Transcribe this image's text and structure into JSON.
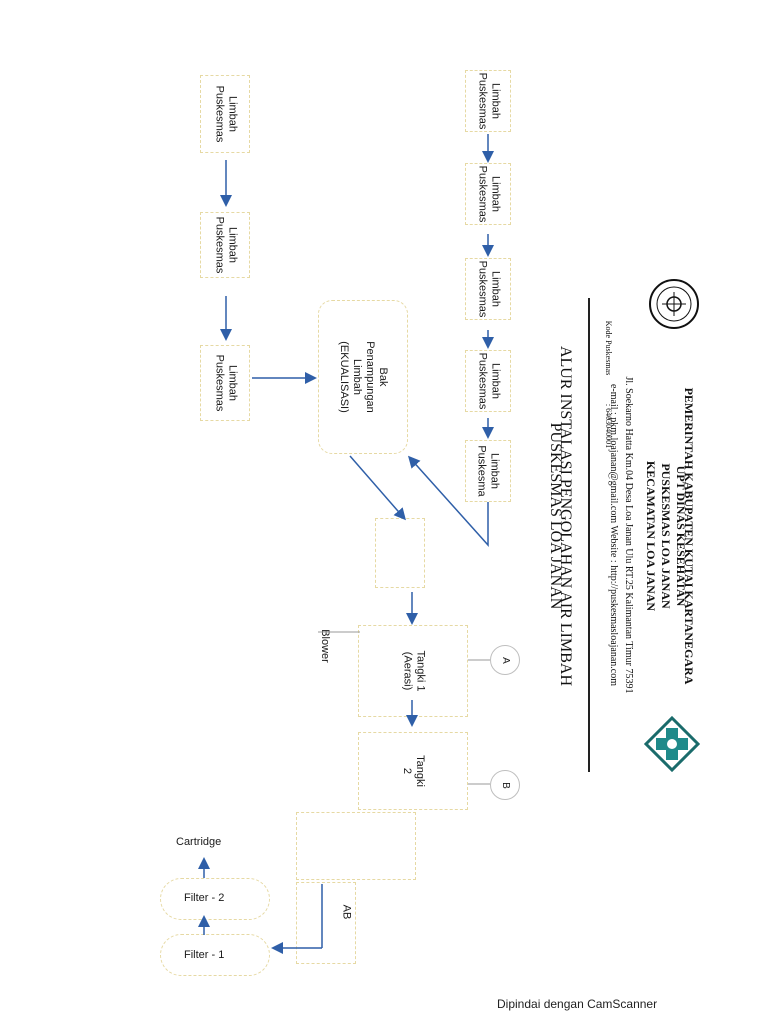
{
  "header": {
    "line1": "PEMERINTAH KABUPATEN KUTAI KARTANEGARA",
    "line2": "UPT DINAS KESEHATAN",
    "line3": "PUSKESMAS LOA JANAN",
    "line4": "KECAMATAN LOA JANAN",
    "address": "Jl. Soekarno Hatta Km.04 Desa Loa Janan Ulu RT.25 Kalimantan Timur 75391",
    "contact": "e-mail : pkm.loajanan@gmail.com  Website : http://puskesmasloajanan.com",
    "code_label": "Kode Puskesmas",
    "code_value": ": 6403040001"
  },
  "title": {
    "line1": "ALUR INSTALASI PENGOLAHAN AIR LIMBAH",
    "line2": "PUSKESMAS LOA JANAN"
  },
  "nodes": {
    "right_col": [
      "Limbah\nPuskesmas",
      "Limbah\nPuskesmas",
      "Limbah\nPuskesmas",
      "Limbah\nPuskesmas",
      "Limbah\nPuskesma"
    ],
    "left_col": [
      "Limbah\nPuskesmas",
      "Limbah\nPuskesmas",
      "Limbah\nPuskesmas"
    ],
    "bak": "Bak Penampungan Limbah\n(EKUALISASI)",
    "tangki1": "Tangki 1\n(Aerasi)",
    "tangki2": "Tangki\n2",
    "blower": "Blower",
    "ab": "AB",
    "circle_a": "A",
    "circle_b": "B",
    "cartridge": "Cartridge",
    "filter2": "Filter - 2",
    "filter1": "Filter - 1"
  },
  "footer": "Dipindai dengan CamScanner",
  "colors": {
    "arrow": "#2f5fa8",
    "box_border": "#e6d9a3"
  }
}
